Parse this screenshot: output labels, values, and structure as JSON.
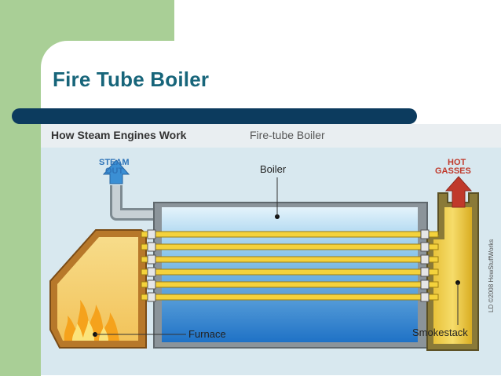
{
  "slide": {
    "title": "Fire Tube Boiler"
  },
  "diagram": {
    "header_bold": "How Steam Engines Work",
    "header_regular": "Fire-tube Boiler",
    "labels": {
      "steam_line1": "STEAM",
      "steam_line2": "OUT",
      "hot_line1": "HOT",
      "hot_line2": "GASSES",
      "boiler": "Boiler",
      "furnace": "Furnace",
      "smokestack": "Smokestack"
    },
    "credit": "LD ©2008 HowStuffWorks",
    "fire_tube_count": 6
  },
  "colors": {
    "green_block": "#a9cf96",
    "title_text": "#17657a",
    "title_bar": "#0c3b5e",
    "water_blue": "#2e7fd1",
    "fire_tube_yellow": "#f4d23c",
    "steam_arrow": "#3b8fd4",
    "hot_gas_arrow": "#c0392b"
  }
}
